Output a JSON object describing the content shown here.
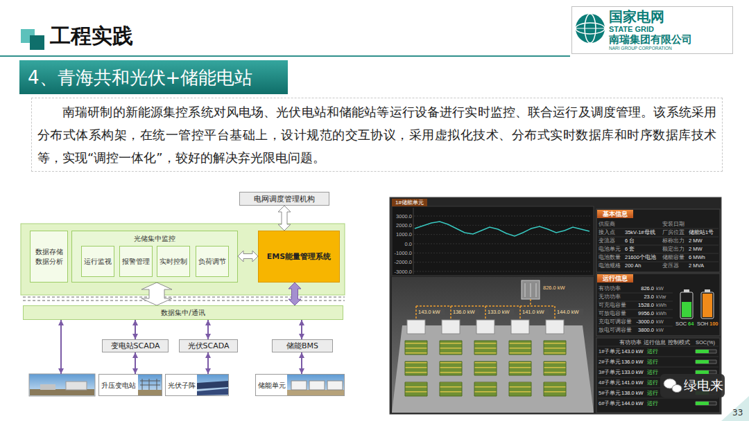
{
  "diagram": {
    "title": "工程实践",
    "nodes": [
      {
        "text": [
          "4、青海共和光伏+储能电站"
        ]
      },
      {
        "text": [
          "南瑞研制的新能源集控系统对风电场、光伏电站和储能站等运行设备进行实时监控、联合运行及调度管理。该系统采用分布式体系构架，在统一管控平台基础上，设计规范的交互协议，采用虚拟化技术、分布式实时数据库和时序数据库技术等，实现“调控一体化”，较好的解决弃光限电问题。"
        ]
      },
      {
        "text": [
          "国家电网",
          "STATE GRID",
          "南瑞集团有限公司",
          "NARI GROUP CORPORATION"
        ]
      },
      {
        "text": [
          "电网调度管理机构"
        ]
      },
      {
        "text": [
          "数据存储 数据分析"
        ]
      },
      {
        "text": [
          "光储集中监控"
        ]
      },
      {
        "text": [
          "运行监视"
        ],
        "in": 5
      },
      {
        "text": [
          "报警管理"
        ],
        "in": 5
      },
      {
        "text": [
          "实时控制"
        ],
        "in": 5
      },
      {
        "text": [
          "负荷调节"
        ],
        "in": 5
      },
      {
        "text": [
          "EMS能量管理系统"
        ]
      },
      {
        "text": [
          "数据集中/通讯"
        ]
      },
      {
        "text": [
          "变电站SCADA"
        ]
      },
      {
        "text": [
          "光伏SCADA"
        ]
      },
      {
        "text": [
          "储能BMS"
        ]
      },
      {
        "text": [
          "升压变电站"
        ]
      },
      {
        "text": [
          "光伏子阵"
        ]
      },
      {
        "text": [
          "储能单元"
        ]
      },
      {
        "text": [
          "1#储能单元"
        ]
      },
      {
        "text": [
          "基本信息"
        ],
        "in": 18
      },
      {
        "text": [
          "运行信息"
        ],
        "in": 18
      }
    ],
    "edges": [
      {
        "from": 3,
        "to": 10,
        "arrow": "both"
      },
      {
        "from": 5,
        "to": 10,
        "arrow": "both"
      },
      {
        "from": 5,
        "to": 11,
        "arrow": "both"
      },
      {
        "from": 10,
        "to": 11,
        "arrow": "both"
      },
      {
        "from": 11,
        "to": 12,
        "arrow": "both"
      },
      {
        "from": 11,
        "to": 13,
        "arrow": "both"
      },
      {
        "from": 11,
        "to": 14,
        "arrow": "both"
      },
      {
        "from": 12,
        "to": 15,
        "arrow": "both"
      },
      {
        "from": 13,
        "to": 16,
        "arrow": "both"
      },
      {
        "from": 14,
        "to": 17,
        "arrow": "both"
      }
    ],
    "labels": [
      "3000.0",
      "2000.0",
      "1000.0",
      "0.0",
      "-1000.0",
      "-2000.0",
      "-3000.0",
      "826.0 kW",
      "143.0 kW",
      "136.0 kW",
      "133.0 kW",
      "141.0 kW",
      "144.0 kW",
      "供应商",
      "安装日期",
      "接入点",
      "35kV-1#母线",
      "厂房位置",
      "储能站1号",
      "变流器",
      "6 台",
      "标称出力",
      "2 MW",
      "电池单元",
      "6 套",
      "额定出力",
      "2 MW",
      "电池数量",
      "21600个电池",
      "储能容量",
      "6 MWh",
      "电池规格",
      "200 Ah",
      "变压器",
      "2 MVA",
      "有功功率",
      "826.0",
      "kW",
      "无功功率",
      "23.0",
      "kVar",
      "可充电容量",
      "1528.0",
      "kWh",
      "可放电容量",
      "9956.0",
      "kWh",
      "充电可调容量",
      "-3000.0",
      "kW",
      "放电可调容量",
      "3800.0",
      "kW",
      "SOC",
      "64",
      "SOH",
      "100",
      "有功功率",
      "运行信息",
      "控制模式",
      "SOC(%)",
      "1#子单元",
      "143.0 kW",
      "运行",
      "2#子单元",
      "136.0 kW",
      "运行",
      "3#子单元",
      "133.0 kW",
      "运行",
      "4#子单元",
      "141.0 kW",
      "运行",
      "5#子单元",
      "138.0 kW",
      "运行",
      "6#子单元",
      "144.0 kW",
      "运行",
      "绿电来",
      "33"
    ]
  }
}
